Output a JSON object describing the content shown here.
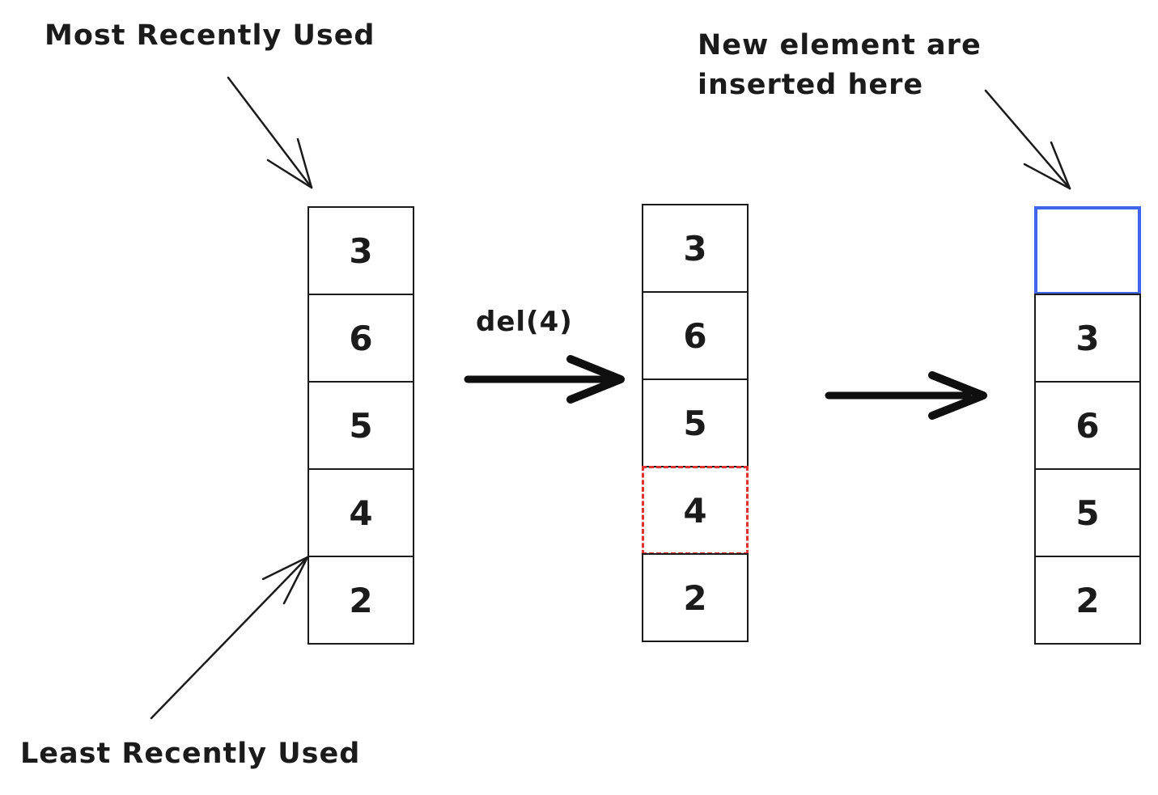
{
  "labels": {
    "most_recently_used": "Most Recently Used",
    "least_recently_used": "Least Recently Used",
    "new_element_line1": "New element are",
    "new_element_line2": "inserted here",
    "operation": "del(4)"
  },
  "stacks": [
    {
      "id": "initial",
      "cells": [
        "3",
        "6",
        "5",
        "4",
        "2"
      ]
    },
    {
      "id": "after-delete",
      "cells": [
        "3",
        "6",
        "5",
        "4",
        "2"
      ],
      "deleted_index": 3
    },
    {
      "id": "after-insert",
      "cells": [
        "",
        "3",
        "6",
        "5",
        "2"
      ],
      "insert_index": 0
    }
  ],
  "colors": {
    "ink": "#1b1b1b",
    "deleted_red": "#e03131",
    "insert_blue": "#4263eb"
  }
}
